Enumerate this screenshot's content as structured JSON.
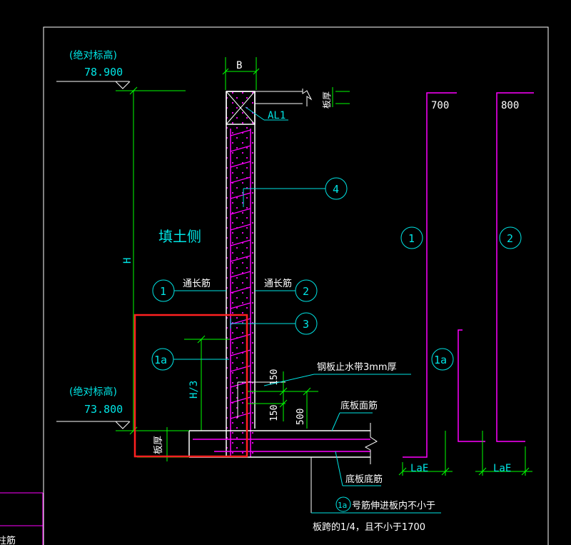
{
  "elevations": {
    "top": {
      "label": "(绝对标高)",
      "value": "78.900"
    },
    "bottom": {
      "label": "(绝对标高)",
      "value": "73.800"
    }
  },
  "wall": {
    "width_label": "B",
    "beam_label": "AL1",
    "slab_thickness_label": "板厚",
    "height_label": "H",
    "fill_side_label": "填土侧",
    "lower_height_label": "H/3"
  },
  "rebars": {
    "r1": {
      "number": "1",
      "desc": "通长筋"
    },
    "r2": {
      "number": "2",
      "desc": "通长筋"
    },
    "r3": {
      "number": "3"
    },
    "r4": {
      "number": "4"
    },
    "r1a": {
      "number": "1a"
    }
  },
  "base": {
    "waterstop_label": "钢板止水带3mm厚",
    "dim_150a": "150",
    "dim_150b": "150",
    "dim_500": "500",
    "top_bar_label": "底板面筋",
    "bottom_bar_label": "底板底筋",
    "thickness_label": "板厚",
    "note_line1_num": "1a",
    "note_line1": "号筋伸进板内不小于",
    "note_line2": "板跨的1/4，且不小于1700"
  },
  "details": {
    "d1": {
      "number": "1",
      "length": "700",
      "anchor": "LaE"
    },
    "d2": {
      "number": "2",
      "length": "800",
      "anchor": "LaE"
    },
    "d1a": {
      "number": "1a"
    }
  },
  "sidebar_label": "柱筋",
  "colors": {
    "cyan": "#00e5e5",
    "green": "#00ff00",
    "white": "#ffffff",
    "magenta": "#ff00ff",
    "red": "#ff2020",
    "background": "#000000"
  }
}
